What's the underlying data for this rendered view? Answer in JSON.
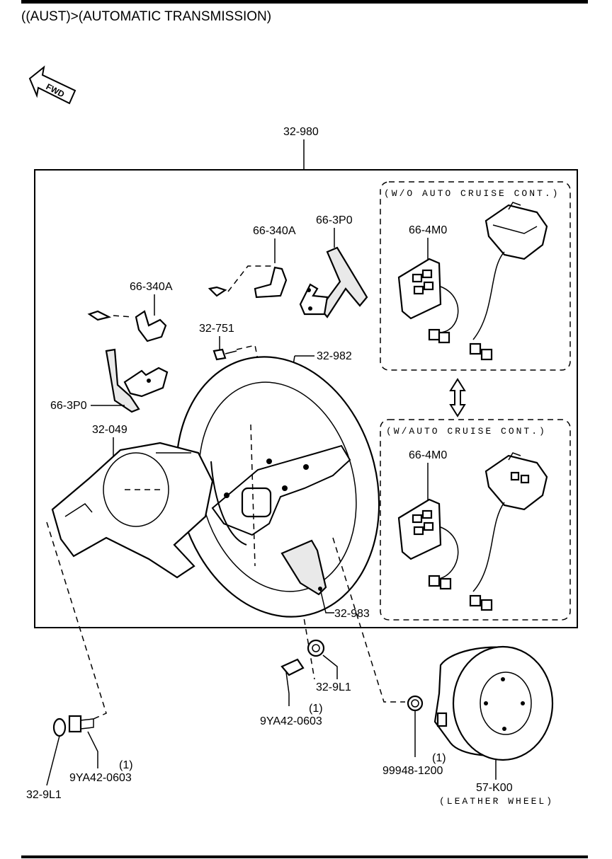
{
  "header": {
    "title": "((AUST)>(AUTOMATIC TRANSMISSION)"
  },
  "fwd_label": "FWD",
  "callouts": {
    "assembly": "32-980",
    "bracket_right": "66-340A",
    "bracket_left": "66-340A",
    "paddle_right": "66-3P0",
    "paddle_left": "66-3P0",
    "screw": "32-751",
    "wheel": "32-982",
    "cover": "32-049",
    "lower_cover": "32-983",
    "nut_center": "32-9L1",
    "bolt_center": "9YA42-0603",
    "bolt_center_qty": "(1)",
    "nut_left": "32-9L1",
    "bolt_left": "9YA42-0603",
    "bolt_left_qty": "(1)",
    "nut_airbag": "99948-1200",
    "nut_airbag_qty": "(1)",
    "airbag": "57-K00",
    "airbag_note": "(LEATHER WHEEL)"
  },
  "variants": {
    "without_cruise": {
      "title": "(W/O AUTO CRUISE CONT.)",
      "part": "66-4M0"
    },
    "with_cruise": {
      "title": "(W/AUTO CRUISE CONT.)",
      "part": "66-4M0"
    }
  }
}
